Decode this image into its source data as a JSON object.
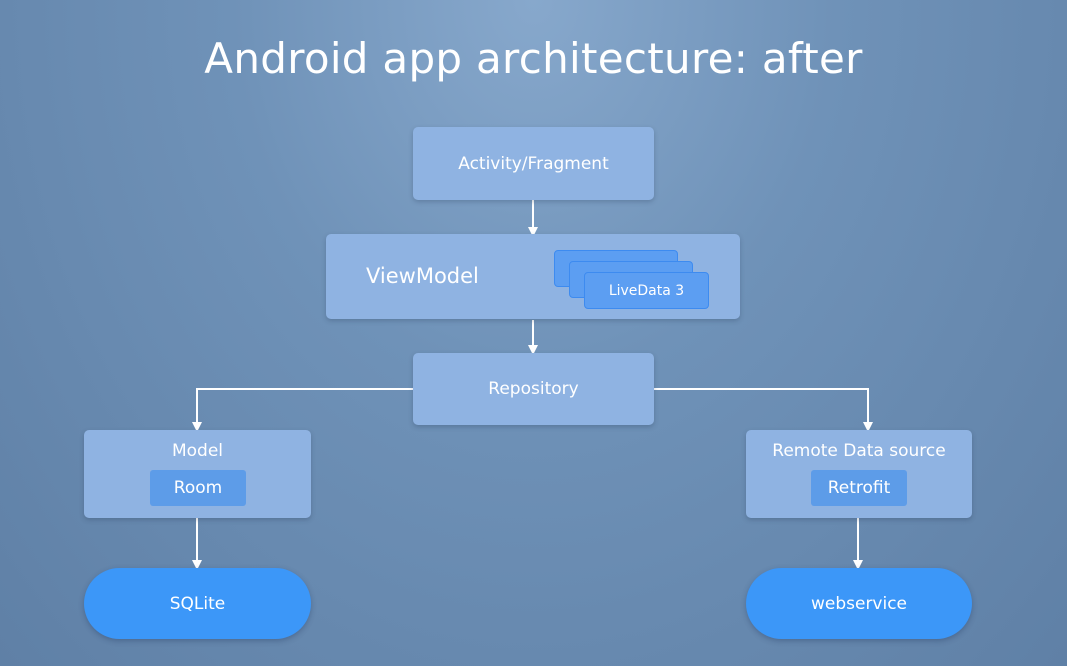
{
  "title": "Android app architecture: after",
  "nodes": {
    "activity": "Activity/Fragment",
    "viewmodel": "ViewModel",
    "livedata": "LiveData 3",
    "repository": "Repository",
    "model": "Model",
    "room": "Room",
    "remote": "Remote Data source",
    "retrofit": "Retrofit",
    "sqlite": "SQLite",
    "webservice": "webservice"
  },
  "colors": {
    "box": "#8fb3e2",
    "inner": "#5d9ce8",
    "pill": "#3c97f8",
    "arrow": "#ffffff"
  }
}
